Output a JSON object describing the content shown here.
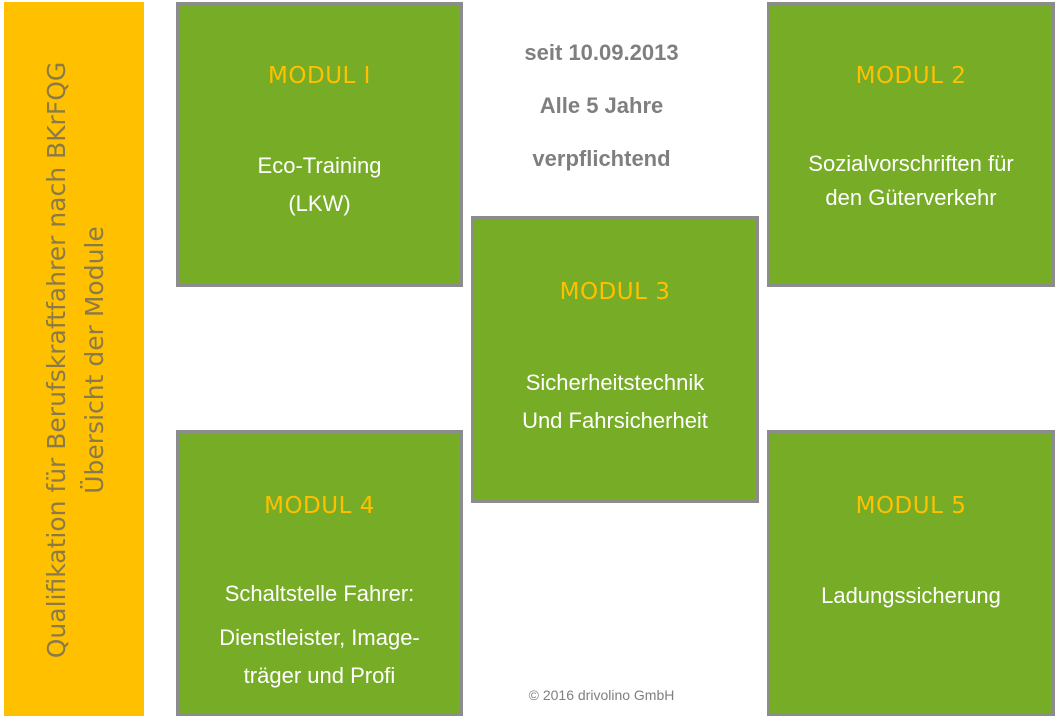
{
  "sidebar": {
    "line1": "Qualifikation für Berufskraftfahrer nach BKrFQG",
    "line2": "Übersicht der Module"
  },
  "info": {
    "date": "seit 10.09.2013",
    "interval": "Alle 5 Jahre",
    "mandatory": "verpflichtend"
  },
  "modules": [
    {
      "title": "MODUL I",
      "lines": [
        "Eco-Training",
        "(LKW)"
      ]
    },
    {
      "title": "MODUL 2",
      "lines": [
        "Sozialvorschriften für",
        "den Güterverkehr"
      ]
    },
    {
      "title": "MODUL 3",
      "lines": [
        "Sicherheitstechnik",
        "Und Fahrsicherheit"
      ]
    },
    {
      "title": "MODUL 4",
      "lines": [
        "Schaltstelle Fahrer:",
        "Dienstleister, Image-",
        "träger und Profi"
      ]
    },
    {
      "title": "MODUL 5",
      "lines": [
        "Ladungssicherung"
      ]
    }
  ],
  "copyright": "© 2016 drivolino GmbH",
  "colors": {
    "accent": "#FFC000",
    "box": "#76AC26",
    "border": "#8c8c8c",
    "info_text": "#7f7f7f"
  }
}
